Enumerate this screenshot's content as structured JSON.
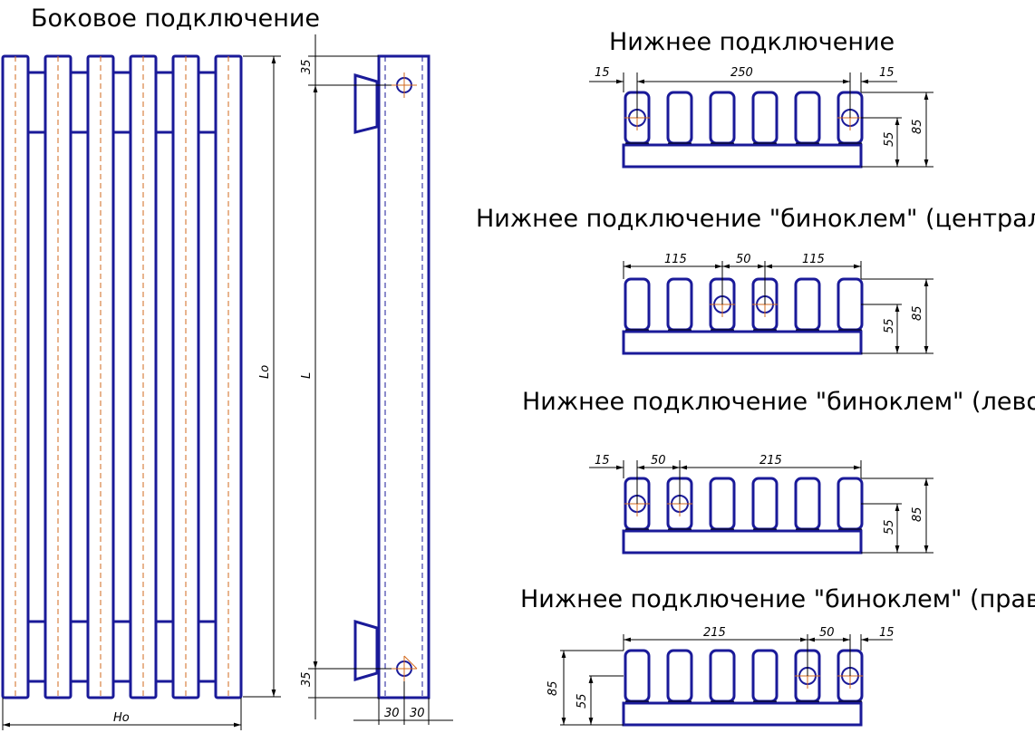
{
  "titles": {
    "side": "Боковое подключение",
    "bottom": "Нижнее подключение",
    "bino_center": "Нижнее подключение \"биноклем\" (центральное)",
    "bino_left": "Нижнее подключение \"биноклем\" (левое)",
    "bino_right": "Нижнее подключение \"биноклем\" (правое)"
  },
  "side_dims": {
    "height_open": "Lo",
    "width": "Ho",
    "length": "L",
    "top_offset": "35",
    "bottom_offset": "35",
    "depth_a": "30",
    "depth_b": "30"
  },
  "bottom_dims": {
    "left": "15",
    "span": "250",
    "right": "15",
    "axis": "55",
    "height": "85"
  },
  "center_dims": {
    "left": "115",
    "mid": "50",
    "right": "115",
    "axis": "55",
    "height": "85"
  },
  "left_dims": {
    "left": "15",
    "mid": "50",
    "right": "215",
    "axis": "55",
    "height": "85"
  },
  "right_dims": {
    "left": "215",
    "mid": "50",
    "right": "15",
    "axis": "55",
    "height": "85"
  }
}
